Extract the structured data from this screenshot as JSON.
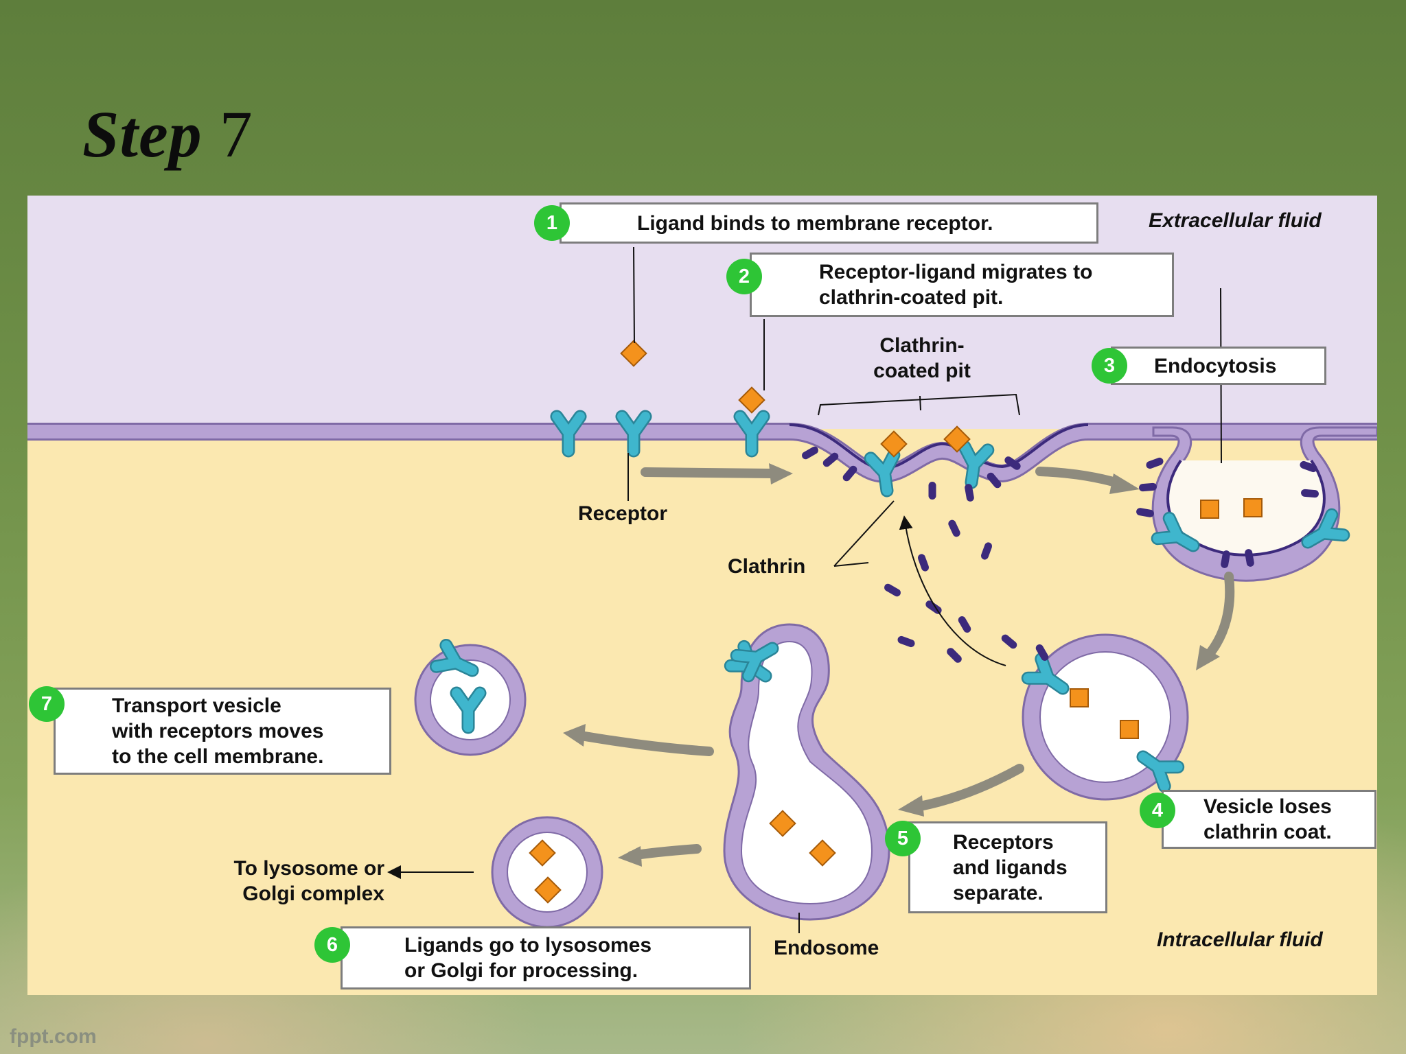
{
  "title": {
    "word": "Step",
    "number": "7"
  },
  "regions": {
    "extracellular": "Extracellular fluid",
    "intracellular": "Intracellular fluid"
  },
  "steps": [
    {
      "number": "1",
      "text": [
        "Ligand binds to membrane receptor."
      ]
    },
    {
      "number": "2",
      "text": [
        "Receptor-ligand migrates to",
        "clathrin-coated pit."
      ]
    },
    {
      "number": "3",
      "text": [
        "Endocytosis"
      ]
    },
    {
      "number": "4",
      "text": [
        "Vesicle loses",
        "clathrin coat."
      ]
    },
    {
      "number": "5",
      "text": [
        "Receptors",
        "and ligands",
        "separate."
      ]
    },
    {
      "number": "6",
      "text": [
        "Ligands go to lysosomes",
        "or Golgi for processing."
      ]
    },
    {
      "number": "7",
      "text": [
        "Transport vesicle",
        "with receptors moves",
        "to the cell membrane."
      ]
    }
  ],
  "labels": {
    "receptor": "Receptor",
    "clathrin": "Clathrin",
    "clathrin_pit": [
      "Clathrin-",
      "coated pit"
    ],
    "endosome": "Endosome",
    "lysosome_golgi": [
      "To lysosome or",
      "Golgi complex"
    ]
  },
  "colors": {
    "extracellular": "#e7def0",
    "intracellular": "#fbe8b0",
    "membrane": "#b7a2d4",
    "receptor": "#3fb6cd",
    "ligand": "#f4921c",
    "clathrin": "#3c2a7c",
    "badge": "#2ec536"
  },
  "watermark": "fppt.com"
}
